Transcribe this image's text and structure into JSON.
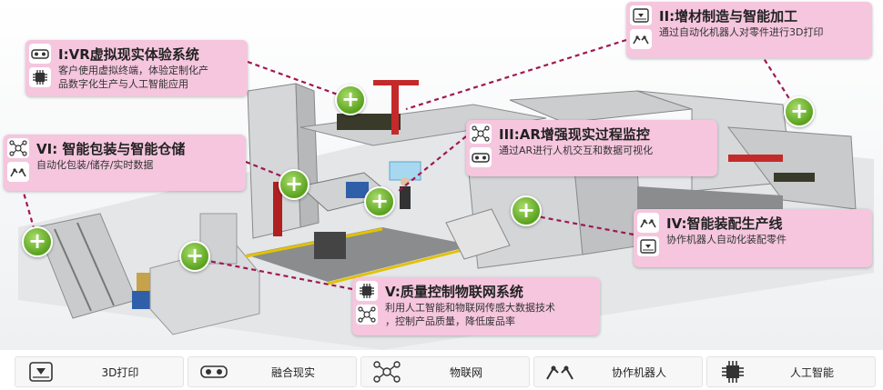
{
  "callouts": {
    "vr": {
      "title": "I:VR虚拟现实体验系统",
      "desc1": "客户使用虚拟终端，体验定制化产",
      "desc2": "品数字化生产与人工智能应用"
    },
    "am": {
      "title": "II:增材制造与智能加工",
      "desc1": "通过自动化机器人对零件进行3D打印"
    },
    "ar": {
      "title": "III:AR增强现实过程监控",
      "desc1": "通过AR进行人机交互和数据可视化"
    },
    "assembly": {
      "title": "IV:智能装配生产线",
      "desc1": "协作机器人自动化装配零件"
    },
    "quality": {
      "title": "V:质量控制物联网系统",
      "desc1": "利用人工智能和物联网传感大数据技术",
      "desc2": "，控制产品质量，降低废品率"
    },
    "pack": {
      "title": "VI: 智能包装与智能仓储",
      "desc1": "自动化包装/储存/实时数据"
    }
  },
  "hotspots": [
    "+",
    "+",
    "+",
    "+",
    "+",
    "+",
    "+",
    "+"
  ],
  "legend": [
    {
      "label": "3D打印",
      "icon": "printer-3d-icon"
    },
    {
      "label": "融合现实",
      "icon": "vr-headset-icon"
    },
    {
      "label": "物联网",
      "icon": "iot-network-icon"
    },
    {
      "label": "协作机器人",
      "icon": "robot-arms-icon"
    },
    {
      "label": "人工智能",
      "icon": "ai-chip-icon"
    }
  ],
  "colors": {
    "callout_bg": "#f5c6de",
    "connector": "#a01850",
    "plus": "#6db22c"
  }
}
